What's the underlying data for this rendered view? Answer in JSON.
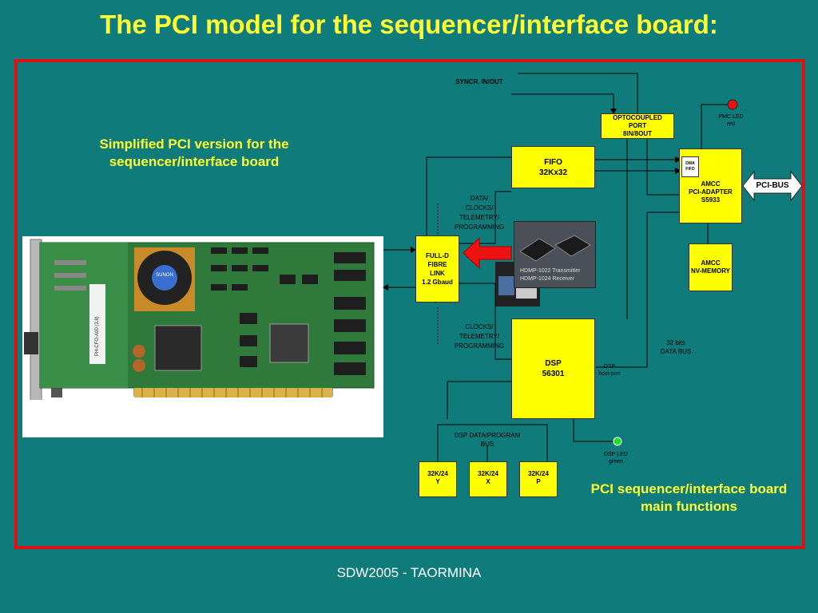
{
  "title": "The PCI model for the sequencer/interface board:",
  "footer": "SDW2005 - TAORMINA",
  "notes": {
    "simplified": "Simplified PCI version for the sequencer/interface board",
    "main_functions": "PCI sequencer/interface board main functions"
  },
  "photo": {
    "fan_text": "SUNON",
    "board_label": "PH-CFO-A00 (3.8)",
    "chip_text_1": "HDMP-1022 Transmitter",
    "chip_text_2": "HDMP-1024 Receiver"
  },
  "blocks": {
    "opto": "OPTOCOUPLED\nPORT\n8IN/8OUT",
    "fifo": "FIFO\n32Kx32",
    "dma": "DMA\nFIFO",
    "amcc_adapter": "AMCC\nPCI-ADAPTER\nS5933",
    "pci_bus": "PCI-BUS",
    "fibre": "FULL-D\nFIBRE\nLINK\n1.2 Gbaud",
    "dsp": "DSP\n56301",
    "nvmem": "AMCC\nNV-MEMORY",
    "mem_y": "32K/24\nY",
    "mem_x": "32K/24\nX",
    "mem_p": "32K/24\nP"
  },
  "labels": {
    "syncr": "SYNCR. IN/OUT",
    "pmc_led": "PMC LED\nred",
    "data_clocks": "DATA/\nCLOCKS/\nTELEMETRY/\nPROGRAMMING",
    "clocks_tel": "CLOCKS/\nTELEMETRY/\nPROGRAMMING",
    "bits_bus": "32 bits\nDATA BUS",
    "dsp_host": "DSP\nhost-port",
    "dsp_prog_bus": "DSP DATA/PROGRAM\nBUS",
    "dsp_led": "DSP LED\ngreen"
  },
  "colors": {
    "background": "#0f7b7b",
    "frame": "#dd1111",
    "title": "#ffff33",
    "block": "#ffff00",
    "pmc_led": "#ee1111",
    "dsp_led": "#22dd22",
    "arrow": "#ee1111"
  }
}
